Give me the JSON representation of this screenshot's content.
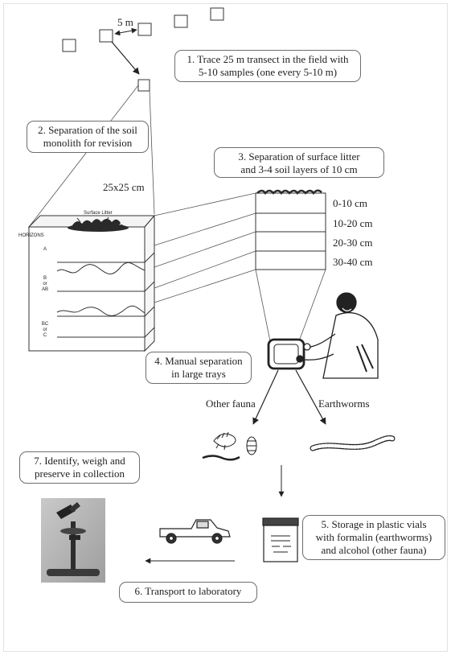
{
  "scale_label": "5 m",
  "steps": {
    "s1": [
      "1. Trace 25 m transect in the field with",
      "5-10 samples (one every 5-10 m)"
    ],
    "s2": [
      "2. Separation of the soil",
      "monolith for revision"
    ],
    "s3": [
      "3. Separation of surface litter",
      "and 3-4 soil layers of 10 cm"
    ],
    "s4": [
      "4. Manual separation",
      "in large trays"
    ],
    "s5": [
      "5. Storage in plastic vials",
      "with formalin (earthworms)",
      "and  alcohol (other fauna)"
    ],
    "s6": "6. Transport to laboratory",
    "s7": [
      "7. Identify, weigh and",
      "preserve in collection"
    ]
  },
  "monolith_size": "25x25 cm",
  "surface_litter": "Surface Litter",
  "horizons": {
    "title": "HORIZONS",
    "a": "A",
    "b": [
      "B",
      "or",
      "AB"
    ],
    "c": [
      "BC",
      "or",
      "C"
    ]
  },
  "layers": [
    "0-10 cm",
    "10-20 cm",
    "20-30 cm",
    "30-40 cm"
  ],
  "fauna": {
    "other": "Other fauna",
    "earthworms": "Earthworms"
  },
  "icons": [
    "sample-square-icon",
    "soil-monolith-icon",
    "person-sorting-tray-icon",
    "insect-larvae-icon",
    "earthworm-icon",
    "specimen-vial-icon",
    "pickup-truck-icon",
    "microscope-photo-icon",
    "arrow-icon"
  ]
}
